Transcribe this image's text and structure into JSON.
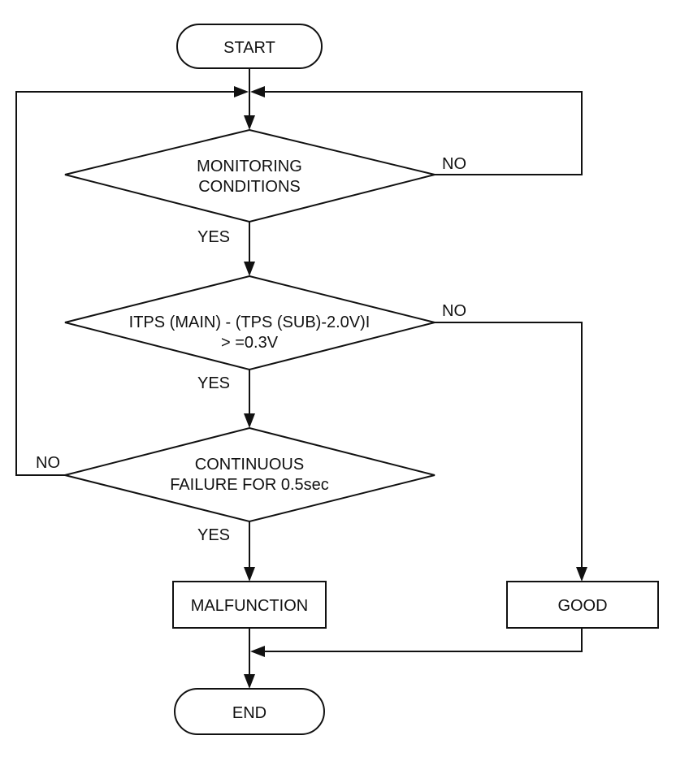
{
  "flowchart": {
    "start": "START",
    "end": "END",
    "decision_monitoring": {
      "line1": "MONITORING",
      "line2": "CONDITIONS"
    },
    "decision_tps": {
      "line1": "ITPS (MAIN) - (TPS (SUB)-2.0V)I",
      "line2": "> =0.3V"
    },
    "decision_continuous": {
      "line1": "CONTINUOUS",
      "line2": "FAILURE FOR 0.5sec"
    },
    "malfunction": "MALFUNCTION",
    "good": "GOOD",
    "yes": "YES",
    "no": "NO"
  }
}
